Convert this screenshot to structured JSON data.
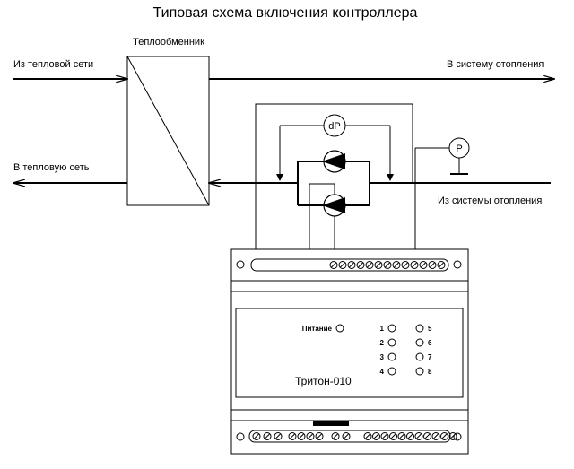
{
  "title": "Типовая схема включения контроллера",
  "exchanger": {
    "label": "Теплообменник"
  },
  "flows": {
    "from_network": "Из тепловой сети",
    "to_heating": "В систему отопления",
    "to_network": "В тепловую сеть",
    "from_heating": "Из системы отопления"
  },
  "sensors": {
    "dp": "dP",
    "p": "P"
  },
  "controller": {
    "model": "Тритон-010",
    "power_label": "Питание",
    "leds_left": [
      "1",
      "2",
      "3",
      "4"
    ],
    "leds_right": [
      "5",
      "6",
      "7",
      "8"
    ],
    "top_terminals": 13,
    "bottom_left_terminals": 9,
    "bottom_right_terminals": 11
  }
}
